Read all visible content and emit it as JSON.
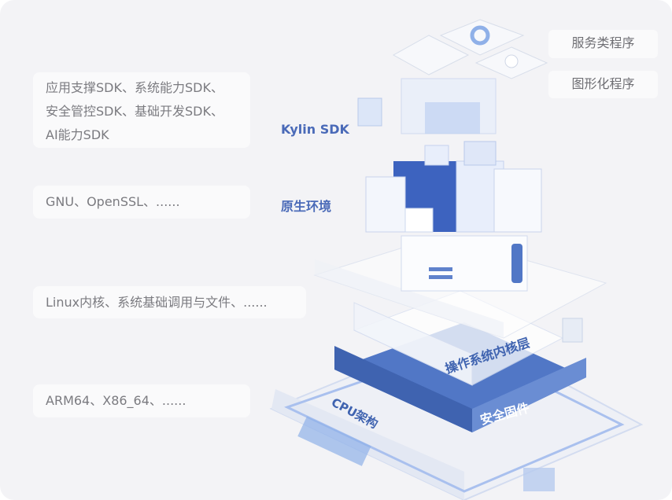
{
  "left_boxes": {
    "sdk": [
      "应用支撑SDK、系统能力SDK、",
      "安全管控SDK、基础开发SDK、",
      "AI能力SDK"
    ],
    "native": "GNU、OpenSSL、......",
    "kernel": "Linux内核、系统基础调用与文件、......",
    "cpu": "ARM64、X86_64、......"
  },
  "right_boxes": {
    "service": "服务类程序",
    "graphical": "图形化程序"
  },
  "layer_labels": {
    "kylin_sdk": "Kylin SDK",
    "native_env": "原生环境",
    "kernel_layer": "操作系统内核层",
    "secure_firmware": "安全固件",
    "cpu_arch": "CPU架构"
  },
  "colors": {
    "accent": "#4a6ab8",
    "background": "#f3f3f6",
    "layer_blue": "#5177c6"
  }
}
